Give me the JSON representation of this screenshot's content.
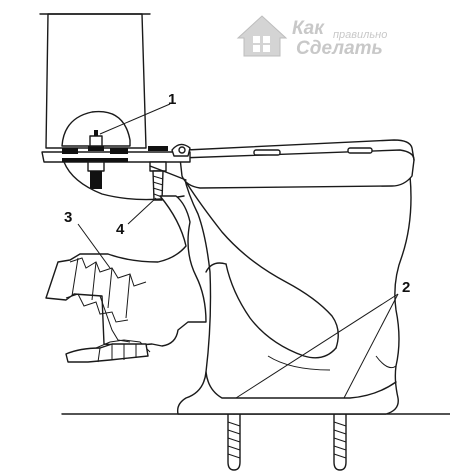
{
  "watermark": {
    "line1_big": "Как",
    "line1_small": "правильно",
    "line2": "Сделать",
    "color": "#c8c8c8"
  },
  "callouts": {
    "c1": "1",
    "c2": "2",
    "c3": "3",
    "c4": "4"
  },
  "colors": {
    "stroke": "#1a1a1a",
    "background": "#ffffff"
  }
}
